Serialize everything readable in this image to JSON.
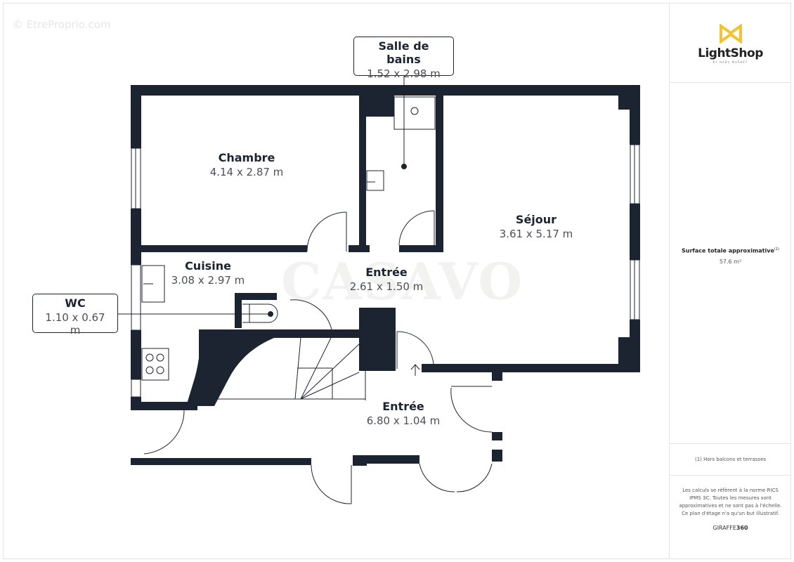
{
  "watermark": "© EtreProprio.com",
  "brand_watermark": "CASAVO",
  "sidebar": {
    "logo": {
      "name": "LightShop",
      "tagline": "BY HABU MARKET",
      "icon": "bowtie-logo-icon",
      "color": "#f2c230"
    },
    "surface": {
      "title": "Surface totale approximative",
      "footnote_mark": "(1)",
      "value": "57.6 m²"
    },
    "footnote": "(1) Hors balcons et terrasses",
    "disclaimer": "Les calculs se réfèrent à la norme RICS IPMS 3C. Toutes les mesures sont approximatives et ne sont pas à l'échelle. Ce plan d'étage n'a qu'un but illustratif.",
    "credit_prefix": "GIRAFFE",
    "credit_suffix": "360"
  },
  "rooms": [
    {
      "id": "chambre",
      "name": "Chambre",
      "dims": "4.14 x 2.87 m"
    },
    {
      "id": "salle-de-bains",
      "name": "Salle de bains",
      "dims": "1.52 x 2.98 m"
    },
    {
      "id": "sejour",
      "name": "Séjour",
      "dims": "3.61 x 5.17 m"
    },
    {
      "id": "cuisine",
      "name": "Cuisine",
      "dims": "3.08 x 2.97 m"
    },
    {
      "id": "entree-1",
      "name": "Entrée",
      "dims": "2.61 x 1.50 m"
    },
    {
      "id": "wc",
      "name": "WC",
      "dims": "1.10 x 0.67 m"
    },
    {
      "id": "entree-2",
      "name": "Entrée",
      "dims": "6.80 x 1.04 m"
    }
  ],
  "colors": {
    "wall": "#1c2331",
    "text": "#1c2331",
    "dim_text": "#4a4f58",
    "border": "#e3e3e3"
  }
}
